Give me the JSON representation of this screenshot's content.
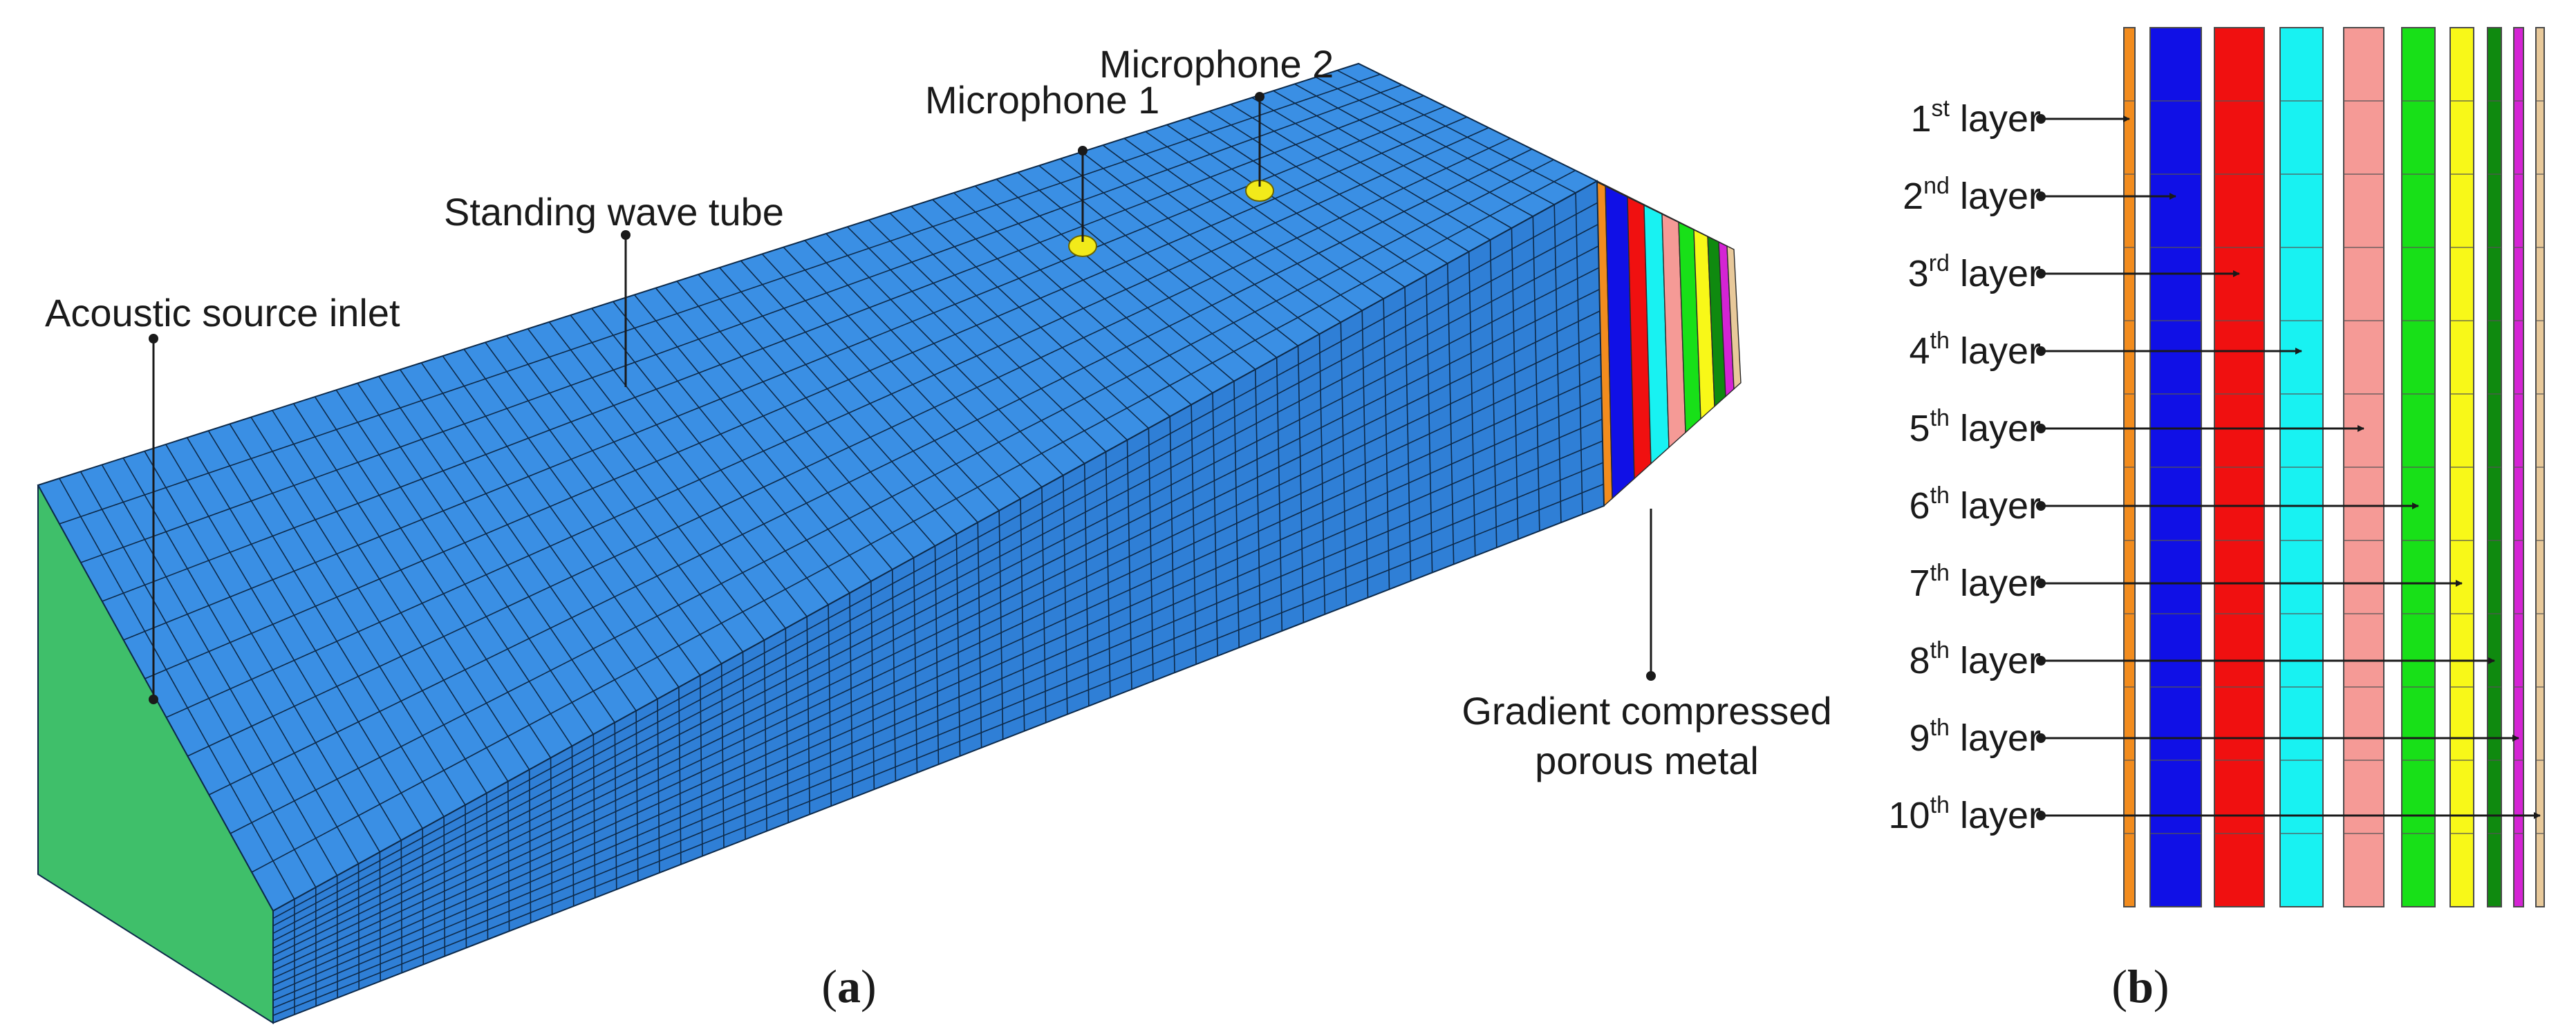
{
  "panel_a": {
    "label_open": "(",
    "label_letter": "a",
    "label_close": ")",
    "labels": {
      "microphone_2": "Microphone 2",
      "microphone_1": "Microphone 1",
      "standing_wave_tube": "Standing wave tube",
      "acoustic_source_inlet": "Acoustic source inlet",
      "gradient_line1": "Gradient compressed",
      "gradient_line2": "porous metal"
    },
    "colors": {
      "tube_face": "#2f7fd6",
      "tube_top": "#3a8fe4",
      "inlet_face": "#3fbf6a",
      "mesh_line": "#0d2a4a",
      "microphone": "#f2ea1a"
    }
  },
  "panel_b": {
    "label_open": "(",
    "label_letter": "b",
    "label_close": ")",
    "layers": [
      {
        "num": "1",
        "sup": "st",
        "word": "layer",
        "color": "#f28c1e"
      },
      {
        "num": "2",
        "sup": "nd",
        "word": "layer",
        "color": "#1010e6"
      },
      {
        "num": "3",
        "sup": "rd",
        "word": "layer",
        "color": "#f01010"
      },
      {
        "num": "4",
        "sup": "th",
        "word": "layer",
        "color": "#18f2f2"
      },
      {
        "num": "5",
        "sup": "th",
        "word": "layer",
        "color": "#f59a96"
      },
      {
        "num": "6",
        "sup": "th",
        "word": "layer",
        "color": "#18e018"
      },
      {
        "num": "7",
        "sup": "th",
        "word": "layer",
        "color": "#f8f818"
      },
      {
        "num": "8",
        "sup": "th",
        "word": "layer",
        "color": "#0f8a0f"
      },
      {
        "num": "9",
        "sup": "th",
        "word": "layer",
        "color": "#d424d4"
      },
      {
        "num": "10",
        "sup": "th",
        "word": "layer",
        "color": "#e8c99a"
      }
    ]
  }
}
